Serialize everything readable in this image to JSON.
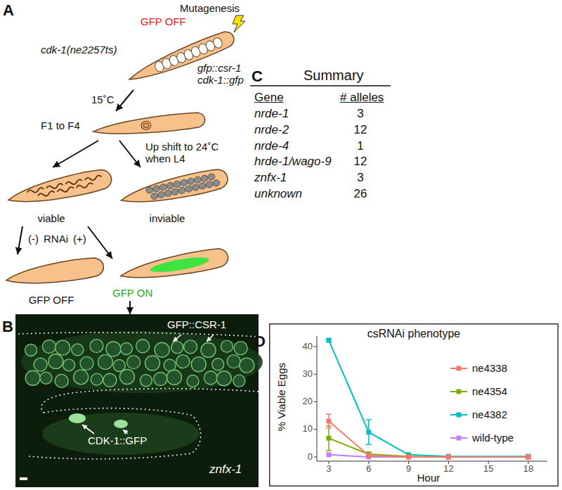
{
  "diagram": {
    "nodes": [
      {
        "text": [
          "GFP OFF"
        ]
      },
      {
        "text": [
          "F1 to F4"
        ]
      },
      {
        "text": [
          "viable"
        ]
      },
      {
        "text": [
          "inviable"
        ]
      },
      {
        "text": [
          "GFP OFF"
        ]
      },
      {
        "text": [
          "GFP ON"
        ]
      },
      {
        "text": [
          "GFP::CSR-1",
          "CDK-1::GFP",
          "znfx-1"
        ]
      },
      {
        "text": [
          "csRNAi phenotype"
        ]
      }
    ],
    "edges": [
      {
        "from": 0,
        "to": 1,
        "arrow": "to",
        "label": "15˚C"
      },
      {
        "from": 1,
        "to": 2,
        "arrow": "to"
      },
      {
        "from": 1,
        "to": 3,
        "arrow": "to",
        "label": "Up shift to 24˚C when L4"
      },
      {
        "from": 2,
        "to": 4,
        "arrow": "to",
        "label": "(-)"
      },
      {
        "from": 2,
        "to": 5,
        "arrow": "to",
        "label": "(+)"
      },
      {
        "from": 5,
        "to": 6,
        "arrow": "to"
      }
    ],
    "labels": [
      "A",
      "Mutagenesis",
      "cdk-1(ne2257ts)",
      "gfp::csr-1",
      "cdk-1::gfp",
      "RNAi",
      "B",
      "C",
      "Summary",
      "Gene",
      "# alleles",
      "nrde-1",
      "3",
      "nrde-2",
      "12",
      "nrde-4",
      "1",
      "hrde-1/wago-9",
      "12",
      "znfx-1",
      "3",
      "unknown",
      "26",
      "D",
      "% Viable Eggs",
      "Hour",
      "0",
      "10",
      "20",
      "30",
      "40",
      "3",
      "6",
      "9",
      "12",
      "15",
      "18"
    ],
    "legend": [
      {
        "text": "ne4338"
      },
      {
        "text": "ne4354"
      },
      {
        "text": "ne4382"
      },
      {
        "text": "wild-type"
      }
    ]
  }
}
